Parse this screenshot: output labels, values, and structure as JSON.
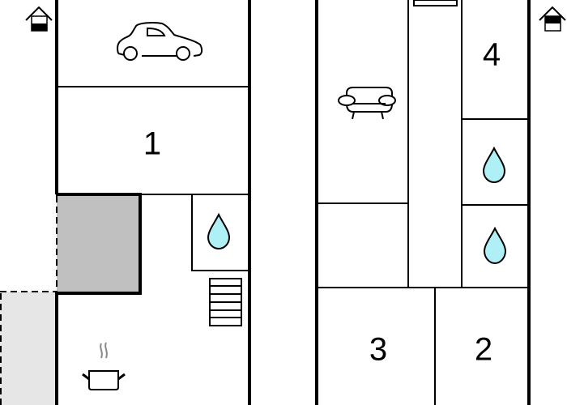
{
  "floor_plan": {
    "left_floor": {
      "rooms": [
        {
          "id": "garage",
          "icon": "car-icon"
        },
        {
          "id": "bedroom-1",
          "label": "1"
        },
        {
          "id": "bathroom-a",
          "icon": "water-drop-icon"
        },
        {
          "id": "kitchen",
          "icon": "cooking-pot-icon"
        }
      ],
      "stairs_icon": "stairs-icon",
      "entrance_icon": "house-entrance-icon"
    },
    "right_floor": {
      "rooms": [
        {
          "id": "living-room",
          "icon": "sofa-icon"
        },
        {
          "id": "bedroom-4",
          "label": "4"
        },
        {
          "id": "bathroom-b",
          "icon": "water-drop-icon"
        },
        {
          "id": "bathroom-c",
          "icon": "water-drop-icon"
        },
        {
          "id": "bedroom-3",
          "label": "3"
        },
        {
          "id": "bedroom-2",
          "label": "2"
        }
      ],
      "entrance_icon": "house-entrance-icon"
    },
    "colors": {
      "wall": "#000000",
      "water": "#aef0f5",
      "shaded_area": "#c0c0c0",
      "terrace": "#e6e6e6"
    }
  }
}
